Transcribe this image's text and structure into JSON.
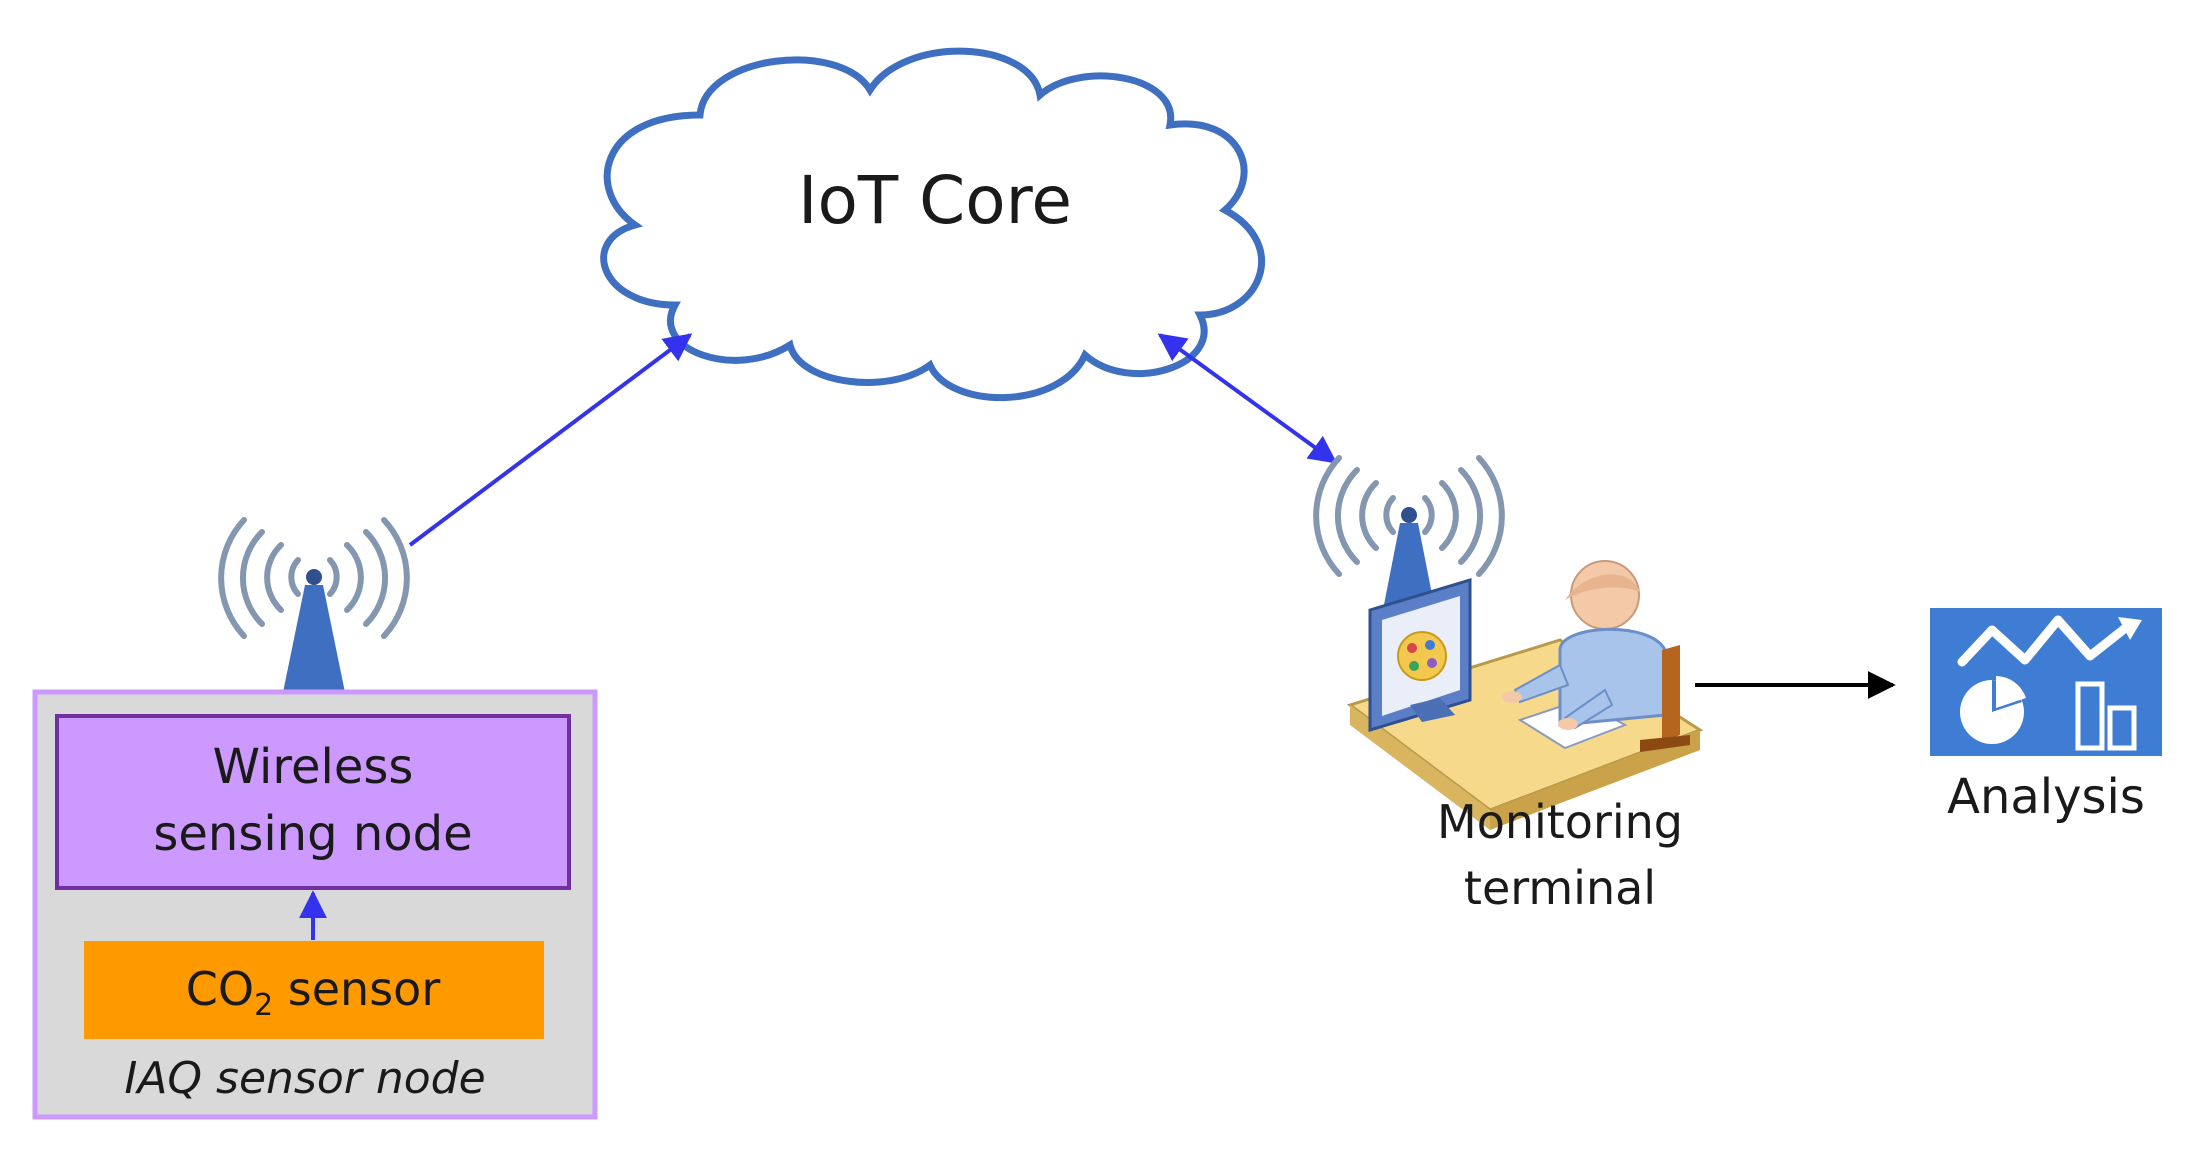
{
  "cloud": {
    "label": "IoT Core"
  },
  "sensor_node": {
    "wireless_label_line1": "Wireless",
    "wireless_label_line2": "sensing node",
    "co2_prefix": "CO",
    "co2_subscript": "2",
    "co2_suffix": " sensor",
    "container_label": "IAQ sensor node"
  },
  "terminal": {
    "label_line1": "Monitoring",
    "label_line2": "terminal"
  },
  "analysis": {
    "label": "Analysis"
  },
  "icons": {
    "cloud": "cloud-icon",
    "antenna": "antenna-icon",
    "terminal": "monitoring-terminal-icon",
    "analysis": "analysis-chart-icon"
  },
  "colors": {
    "cloud_stroke": "#3f6fc0",
    "link_arrow": "#3333ee",
    "node_container_fill": "#d9d9d9",
    "node_container_stroke": "#cc99ff",
    "wireless_fill": "#cc99ff",
    "wireless_stroke": "#7030a0",
    "sensor_fill": "#ff9900",
    "antenna_mast": "#3f6fc0",
    "antenna_wave": "#8497b0",
    "analysis_fill": "#3f7dd4"
  }
}
